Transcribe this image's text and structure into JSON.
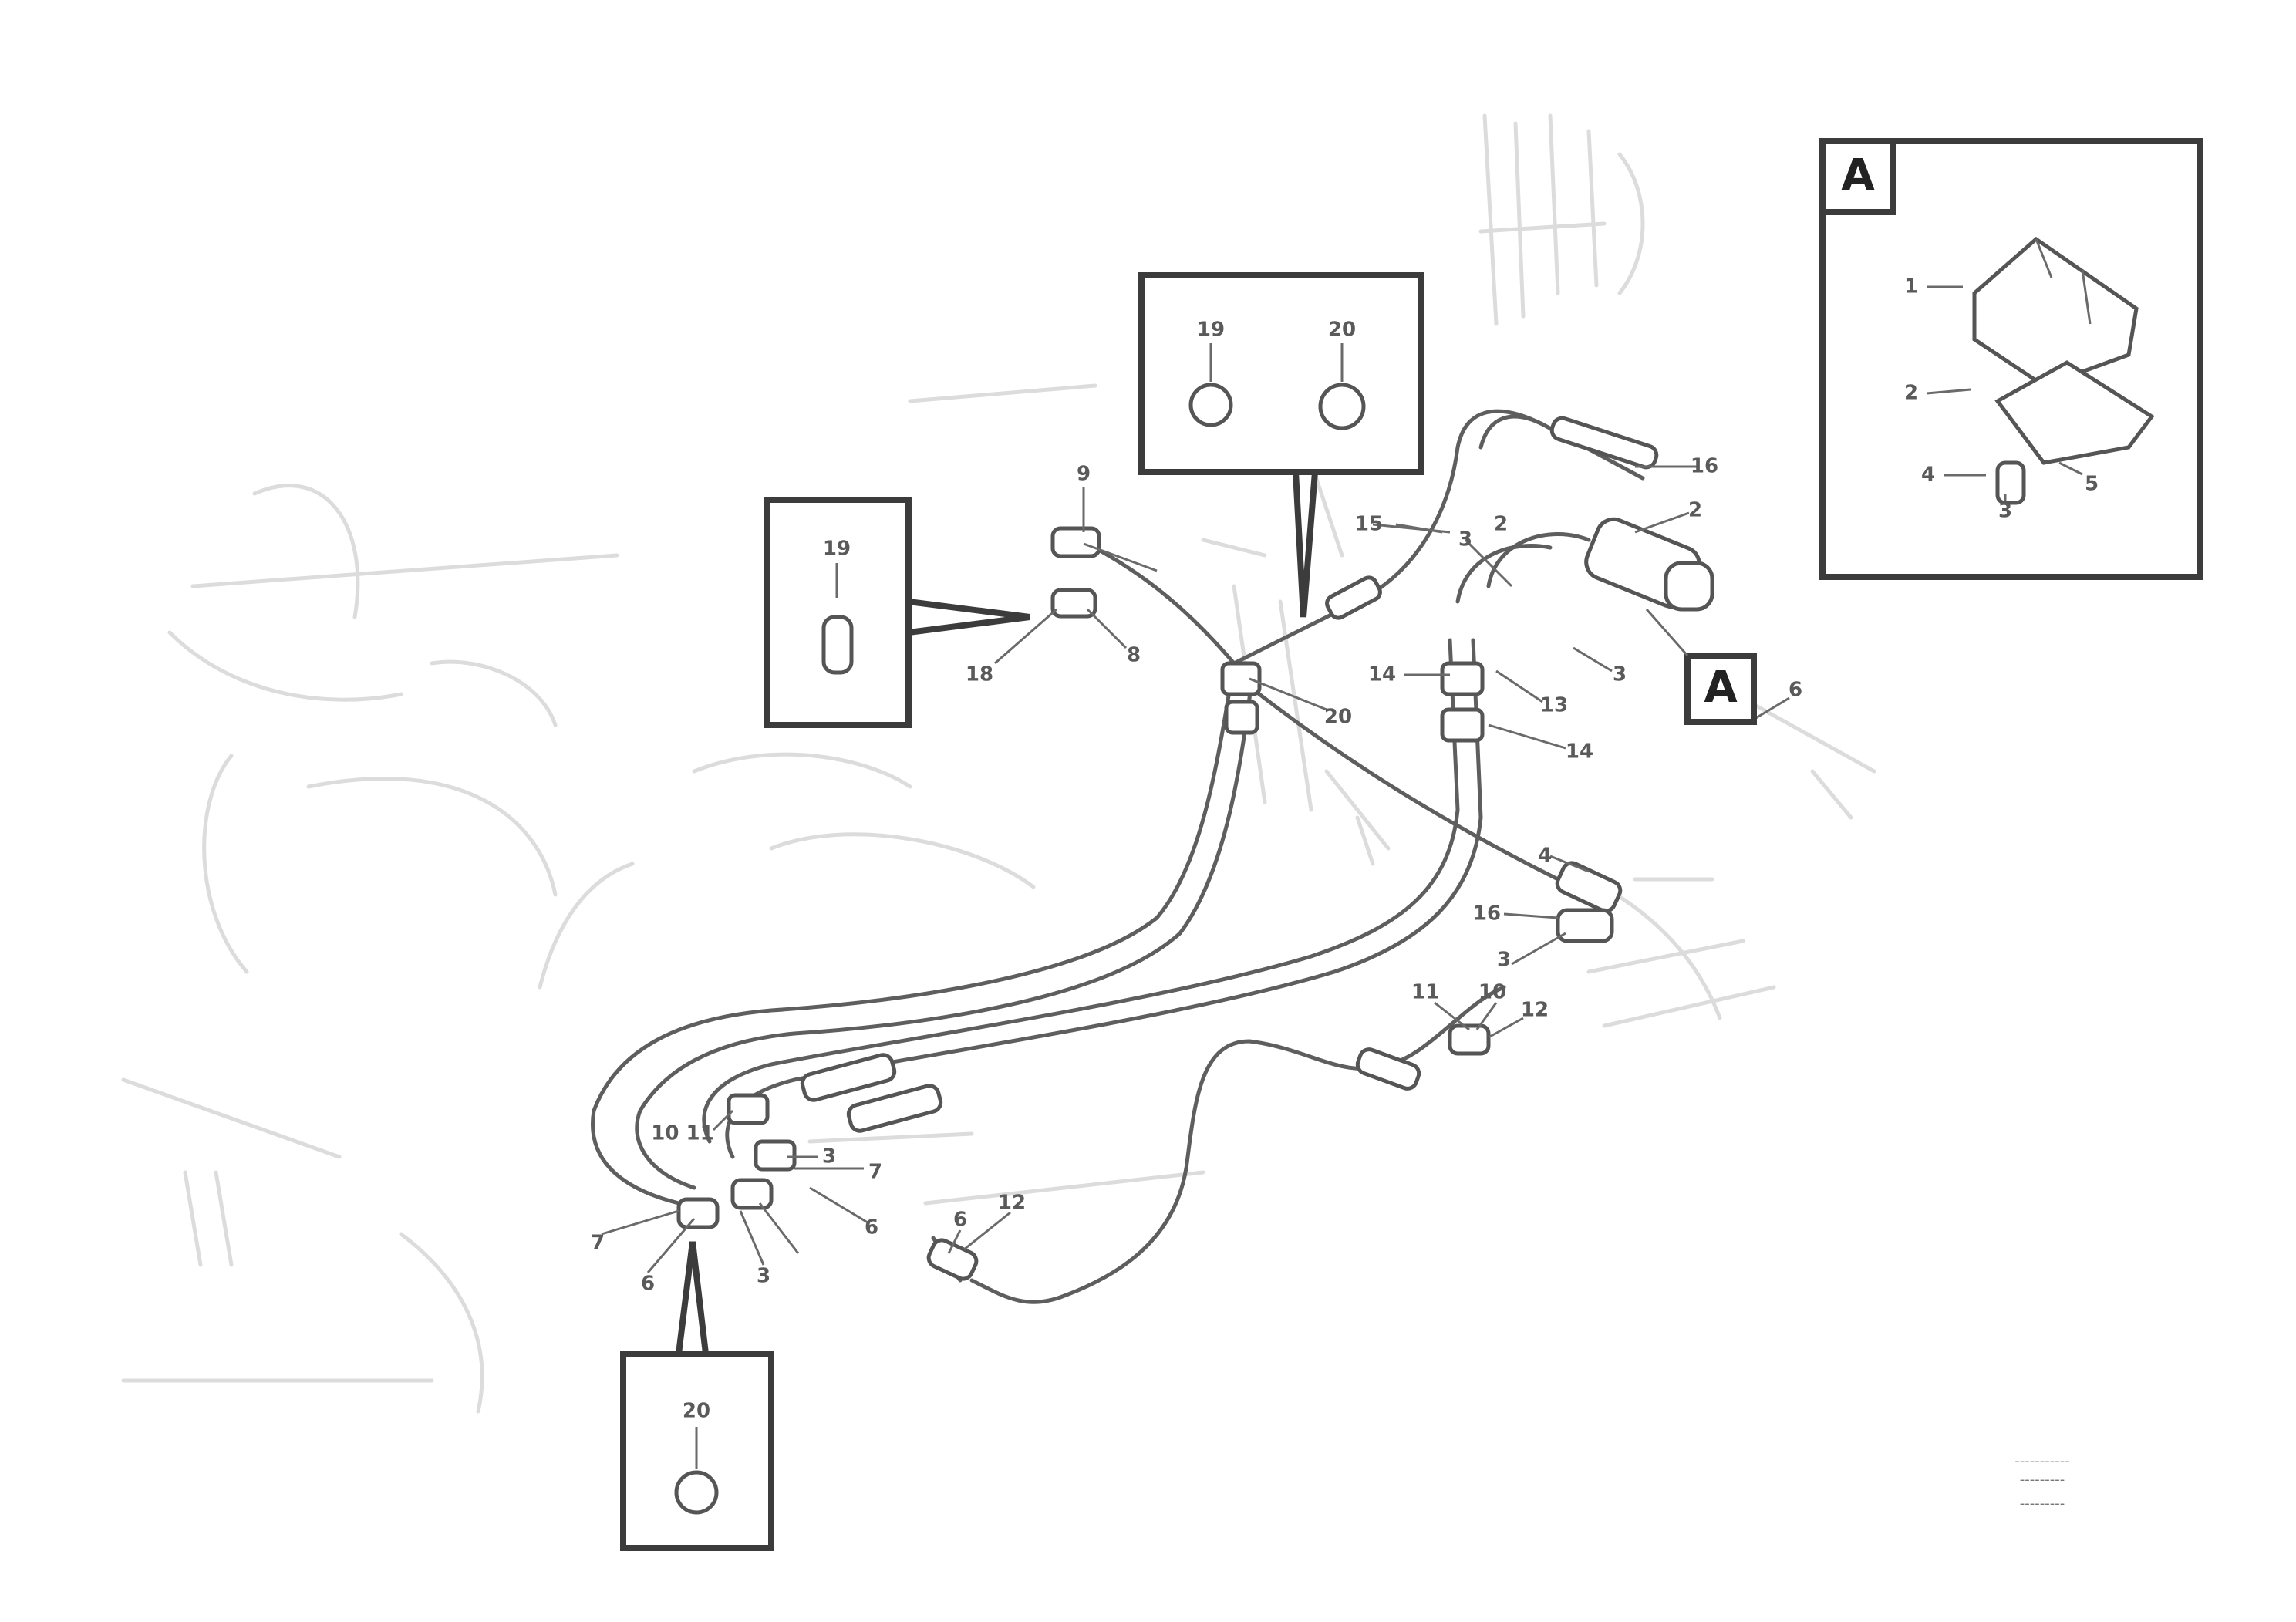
{
  "callouts": {
    "c1": "9",
    "c2": "19",
    "c3": "18",
    "c4": "8",
    "c5": "20",
    "c6": "19",
    "c7": "20",
    "c8": "16",
    "c9": "2",
    "c10": "15",
    "c11": "2",
    "c12": "3",
    "c13": "14",
    "c14": "13",
    "c15": "14",
    "c16": "3",
    "c17": "6",
    "c18": "4",
    "c19": "16",
    "c20": "3",
    "c21": "11",
    "c22": "10",
    "c23": "12",
    "c24": "10 11",
    "c25": "3",
    "c26": "7",
    "c27": "6",
    "c28": "12",
    "c29": "6",
    "c30": "7",
    "c31": "6",
    "c32": "3",
    "c33": "20",
    "ia1": "1",
    "ia2": "2",
    "ia3": "4",
    "ia4": "3",
    "ia5": "5"
  },
  "view_label": "A",
  "detail_label": "A",
  "drawing_ref": {
    "line1": "-----------",
    "line2": "---------",
    "id": "---------"
  }
}
